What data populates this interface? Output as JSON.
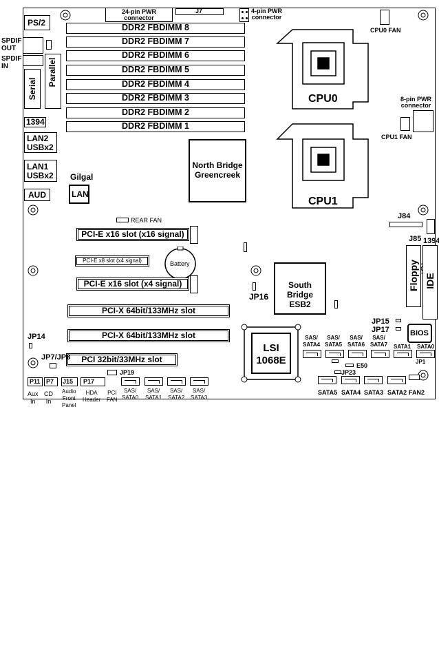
{
  "board": {
    "top_connectors": {
      "pwr24": "24-pin PWR\nconnector",
      "j7": "J7",
      "pwr4": "4-pin PWR\nconnector",
      "cpu0_fan": "CPU0 FAN",
      "pwr8": "8-pin PWR\nconnector",
      "cpu1_fan": "CPU1 FAN"
    },
    "rear_io": {
      "ps2": "PS/2",
      "spdif_out": "SPDIF\nOUT",
      "spdif_in": "SPDIF\nIN",
      "parallel": "Parallel",
      "serial": "Serial",
      "ieee1394": "1394",
      "lan2": "LAN2\nUSBx2",
      "lan1": "LAN1\nUSBx2",
      "aud": "AUD"
    },
    "dimms": [
      "DDR2 FBDIMM 8",
      "DDR2 FBDIMM 7",
      "DDR2 FBDIMM 6",
      "DDR2 FBDIMM 5",
      "DDR2 FBDIMM 4",
      "DDR2 FBDIMM 3",
      "DDR2 FBDIMM 2",
      "DDR2 FBDIMM 1"
    ],
    "chips": {
      "cpu0": "CPU0",
      "cpu1": "CPU1",
      "north_bridge": "North Bridge\nGreencreek",
      "south_bridge": "South Bridge\nESB2",
      "lsi": "LSI\n1068E",
      "gigal": "Gilgal",
      "lan": "LAN",
      "battery": "Battery",
      "floppy": "Floppy",
      "ide": "IDE",
      "bios": "BIOS"
    },
    "slots": {
      "pcie1": "PCI-E x16 slot (x16 signal)",
      "pcie_x8": "PCI-E x8 slot (x4 signal)",
      "pcie2": "PCI-E x16 slot (x4 signal)",
      "pcix1": "PCI-X 64bit/133MHz slot",
      "pcix2": "PCI-X 64bit/133MHz slot",
      "pci": "PCI 32bit/33MHz slot"
    },
    "headers": {
      "rear_fan": "REAR FAN",
      "j84": "J84",
      "j85": "J85",
      "h1394": "1394",
      "jp16": "JP16",
      "jp15": "JP15",
      "jp17": "JP17",
      "jp14": "JP14",
      "jp7_jp8": "JP7/JP8",
      "jp19": "JP19",
      "jp23": "JP23",
      "e50": "E50",
      "jp1": "JP1",
      "p11": "P11",
      "p7": "P7",
      "j15": "J15",
      "p17": "P17"
    },
    "sata_top": [
      "SAS/\nSATA4",
      "SAS/\nSATA5",
      "SAS/\nSATA6",
      "SAS/\nSATA7",
      "SATA1",
      "SATA0"
    ],
    "sata_bottom": [
      "SATA5",
      "SATA4",
      "SATA3",
      "SATA2",
      "FAN2"
    ],
    "sas_bottom": [
      "SAS/\nSATA0",
      "SAS/\nSATA1",
      "SAS/\nSATA2",
      "SAS/\nSATA3"
    ],
    "bottom_labels": {
      "aux": "Aux\nIn",
      "cd": "CD\nIn",
      "audio_front": "Audio\nFront\nPanel",
      "hda": "HDA\nHeader",
      "pci_fan": "PCI\nFAN"
    }
  }
}
